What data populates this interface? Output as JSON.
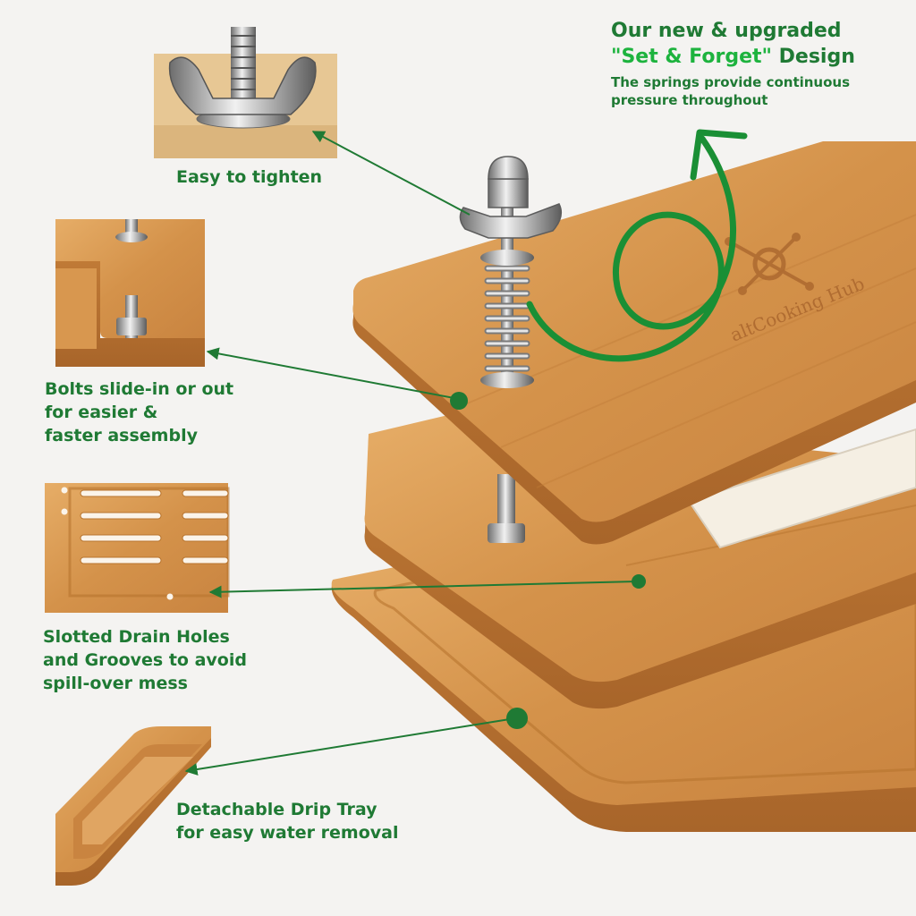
{
  "headline": {
    "line1": "Our new & upgraded",
    "highlight": "\"Set & Forget\"",
    "line2_rest": " Design",
    "subtitle_1": "The springs provide continuous",
    "subtitle_2": "pressure throughout"
  },
  "features": {
    "tighten": "Easy to tighten",
    "bolts": "Bolts slide-in or out\n for easier &\nfaster assembly",
    "slots": "Slotted Drain Holes\nand Grooves to avoid\nspill-over mess",
    "tray": "Detachable Drip Tray\nfor easy water removal"
  },
  "brand": {
    "engraving": "altCooking Hub"
  },
  "colors": {
    "label_green": "#1f7a34",
    "highlight_green": "#1db33e",
    "bamboo": "#d79a55",
    "background": "#f4f3f1"
  }
}
